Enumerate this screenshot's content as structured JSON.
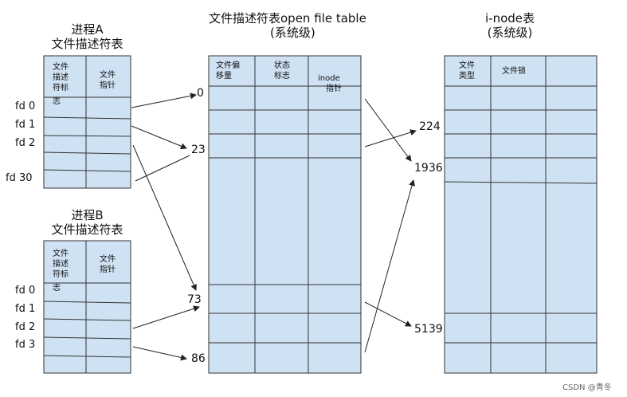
{
  "process_a": {
    "title_line1": "进程A",
    "title_line2": "文件描述符表",
    "header_col1": [
      "文件",
      "描述",
      "符标",
      "志"
    ],
    "header_col2": [
      "文件",
      "指针"
    ],
    "fd_labels": [
      "fd 0",
      "fd 1",
      "fd 2",
      "fd 30"
    ]
  },
  "process_b": {
    "title_line1": "进程B",
    "title_line2": "文件描述符表",
    "header_col1": [
      "文件",
      "描述",
      "符标",
      "志"
    ],
    "header_col2": [
      "文件",
      "指针"
    ],
    "fd_labels": [
      "fd 0",
      "fd 1",
      "fd 2",
      "fd 3"
    ]
  },
  "open_file_table": {
    "title_line1": "文件描述符表open file table",
    "title_line2": "(系统级)",
    "headers": [
      [
        "文件偏",
        "移量"
      ],
      [
        "状态",
        "标志"
      ],
      [
        "inode",
        "指针"
      ]
    ],
    "entry_numbers": [
      "0",
      "23",
      "73",
      "86"
    ]
  },
  "inode_table": {
    "title_line1": "i-node表",
    "title_line2": "(系统级)",
    "headers": [
      [
        "文件",
        "类型"
      ],
      [
        "文件锁"
      ]
    ],
    "entry_numbers": [
      "224",
      "1936",
      "5139"
    ]
  },
  "watermark": "CSDN @青冬",
  "colors": {
    "cell_fill": "#cfe2f3",
    "grid_line": "#333333",
    "arrow": "#222222"
  }
}
